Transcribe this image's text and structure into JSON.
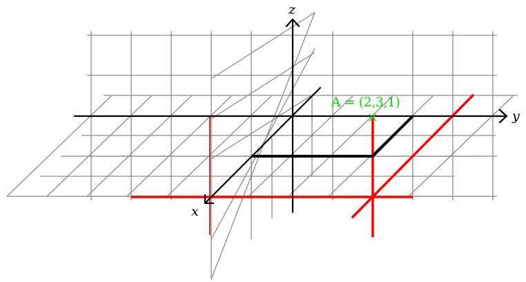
{
  "labels": {
    "x_axis": "x",
    "y_axis": "y",
    "z_axis": "z",
    "point": "A = (2,3,1)"
  },
  "point": {
    "name": "A",
    "x": 2,
    "y": 3,
    "z": 1
  },
  "colors": {
    "grid": "#8c8c8c",
    "axis": "#000000",
    "projection": "#ff0000",
    "projection_dark": "#b40000",
    "point_label": "#00dd00"
  }
}
